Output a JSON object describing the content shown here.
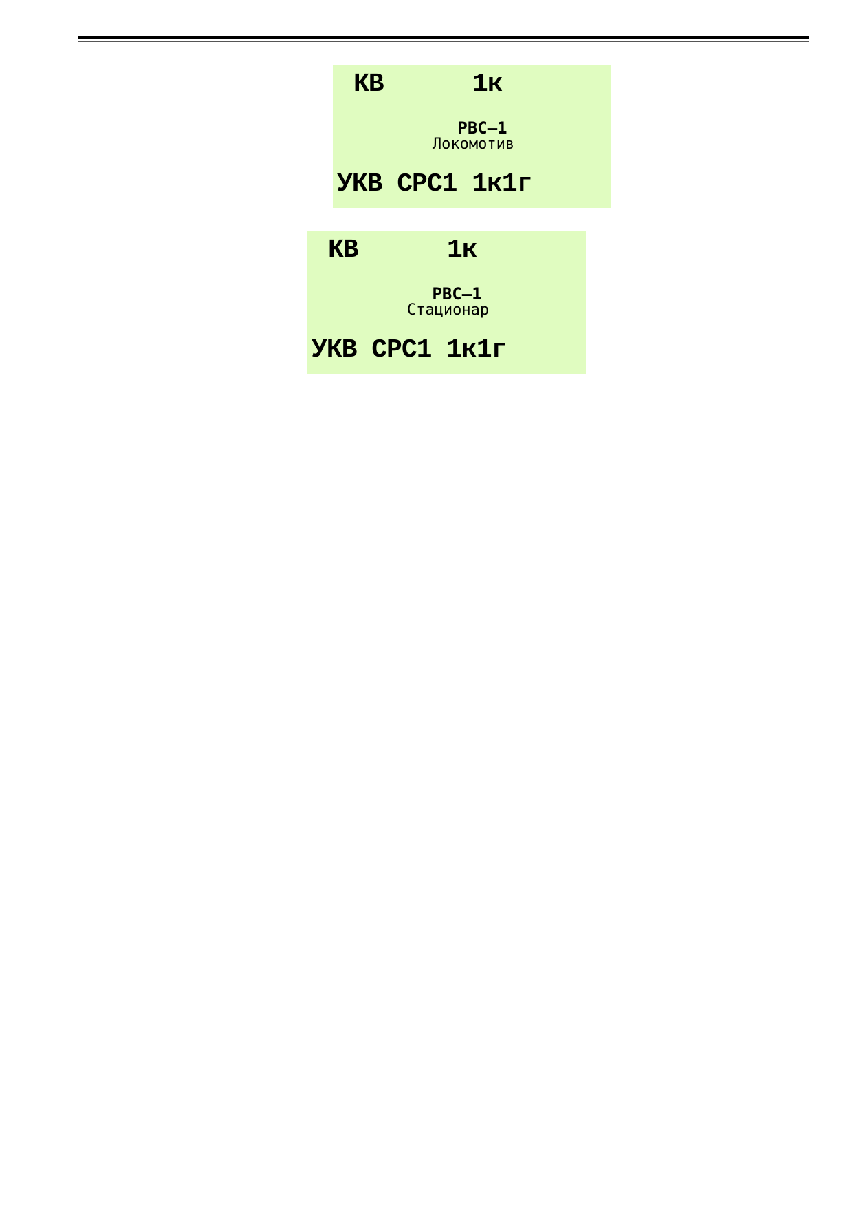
{
  "displays": [
    {
      "band": "КВ",
      "channel": "1к",
      "device_title": "РВС—1",
      "mode": "Локомотив",
      "status_line": "УКВ СРС1 1к1г"
    },
    {
      "band": "КВ",
      "channel": "1к",
      "device_title": "РВС—1",
      "mode": "Стационар",
      "status_line": "УКВ СРС1 1к1г"
    }
  ],
  "colors": {
    "lcd_background": "#e0fcc0",
    "lcd_text": "#000000"
  }
}
